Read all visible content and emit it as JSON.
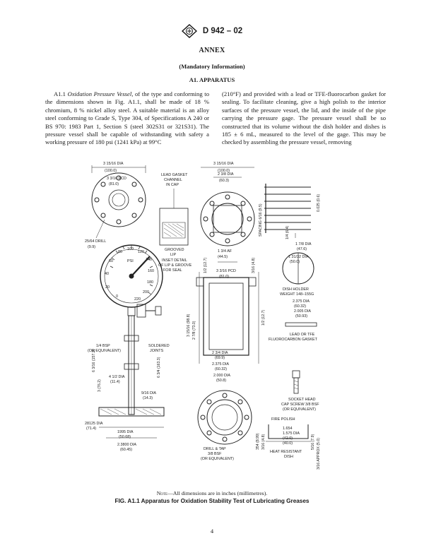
{
  "header": {
    "designation": "D 942 – 02"
  },
  "annex": {
    "title": "ANNEX",
    "mandatory": "(Mandatory Information)",
    "section": "A1. APPARATUS"
  },
  "body": {
    "para_num": "A1.1",
    "para_title": "Oxidation Pressure Vessel",
    "left_text": ", of the type and conforming to the dimensions shown in Fig. A1.1, shall be made of 18 % chromium, 8 % nickel alloy steel. A suitable material is an alloy steel conforming to Grade S, Type 304, of Specifications A 240 or BS 970: 1983 Part 1, Section S (steel 302S31 or 321S31). The pressure vessel shall be capable of withstanding with safety a working pressure of 180 psi (1241 kPa) at 99°C",
    "right_text": "(210°F) and provided with a lead or TFE-fluorocarbon gasket for sealing. To facilitate cleaning, give a high polish to the interior surfaces of the pressure vessel, the lid, and the inside of the pipe carrying the pressure gage. The pressure vessel shall be so constructed that its volume without the dish holder and dishes is 185 ± 6 mL, measured to the level of the gage. This may be checked by assembling the pressure vessel, removing"
  },
  "figure": {
    "labels": {
      "dia1": "3 15/16 DIA",
      "dia1_mm": "(100.0)",
      "pcd1": "3 3/16 PCD",
      "pcd1_mm": "(81.0)",
      "drill": "25/64 DRILL",
      "drill_mm": "(9.9)",
      "lead": "LEAD GASKET",
      "channel": "CHANNEL",
      "incap": "IN CAP",
      "grooved": "GROOVED",
      "lip": "LIP",
      "inset1": "INSET DETAIL",
      "inset2": "OF LIP & GROOVE",
      "inset3": "FOR SEAL",
      "dia2": "3 15/16 DIA",
      "dia2_mm": "(100.0)",
      "dia3": "2 3/8 DIA",
      "dia3_mm": "(60.3)",
      "af": "1 3/4 AF",
      "af_mm": "(44.5)",
      "pcd2": "3 3/16 PCD",
      "pcd2_mm": "(81.0)",
      "psi": "PSI",
      "g0": "0",
      "g20": "20",
      "g40": "40",
      "g60": "60",
      "g80": "80",
      "g100": "100",
      "g120": "120",
      "g140": "140",
      "g160": "160",
      "g180": "180",
      "g200": "200",
      "g220": "220",
      "bsp": "1/4 BSP",
      "bsp_eq": "(OR EQUIVALENT)",
      "soldered": "SOLDERED",
      "joints": "JOINTS",
      "d1": "4 1/2 DIA",
      "d1_mm": "(11.4)",
      "d2": "9/16 DIA",
      "d2_mm": "(14.3)",
      "base1": "28125 DIA",
      "base1_mm": "(71.4)",
      "base2": "1995 DIA",
      "base2_mm": "(50.68)",
      "base3": "2.3800 DIA",
      "base3_mm": "(60.45)",
      "h1": "6 3/16 (157.2)",
      "h2": "3 (76.2)",
      "h3": "6 3/4 (163.3)",
      "h4": "3 15/16 (98.8)",
      "h5": "2 7/8 (73.0)",
      "h6": "1/2 (12.7)",
      "h7": "3/16 (4.8)",
      "h8": "1/2 (12.7)",
      "spacing": "SPACING 6/16 (9.5)",
      "w1": "0.025 (0.6)",
      "w2": "1/4 (6.4)",
      "dh1": "1 7/8 DIA",
      "dh1_mm": "(47.6)",
      "dh2": "1 31/32 DIA",
      "dh2_mm": "(50.0)",
      "holder1": "DISH HOLDER",
      "holder2": "WEIGHT 148–155G",
      "r1": "2.375 DIA",
      "r1_mm": "(60.32)",
      "r2": "2.005 DIA",
      "r2_mm": "(50.93)",
      "gasket1": "LEAD OR TFE",
      "gasket2": "FLUOROCARBON GASKET",
      "c1": "2 3/4 DIA",
      "c1_mm": "(69.9)",
      "c2": "2.375 DIA",
      "c2_mm": "(60.32)",
      "c3": "2.000 DIA",
      "c3_mm": "(50.8)",
      "screw1": "SOCKET HEAD",
      "screw2": "CAP SCREW 3/8 BSF",
      "screw3": "(OR EQUIVALENT)",
      "tap1": "DRILL & TAP",
      "tap2": "3/8 BSF",
      "tap3": "(OR EQUIVALENT)",
      "fire": "FIRE POLISH",
      "f1": "1.654",
      "f2": "1.575 DIA",
      "f3": "(42.0)",
      "f4": "(40.0)",
      "heat1": "HEAT RESISTANT",
      "heat2": "DISH",
      "ht1": "354 (8.99)",
      "ht2": "3/16 (4.8)",
      "ht3": "5/16 (7.9)",
      "approx": "3/16 APPROX (5.0)"
    }
  },
  "note": {
    "prefix": "Note",
    "text": "—All dimensions are in inches (millimetres)."
  },
  "caption": "FIG. A1.1 Apparatus for Oxidation Stability Test of Lubricating Greases",
  "page_number": "4"
}
